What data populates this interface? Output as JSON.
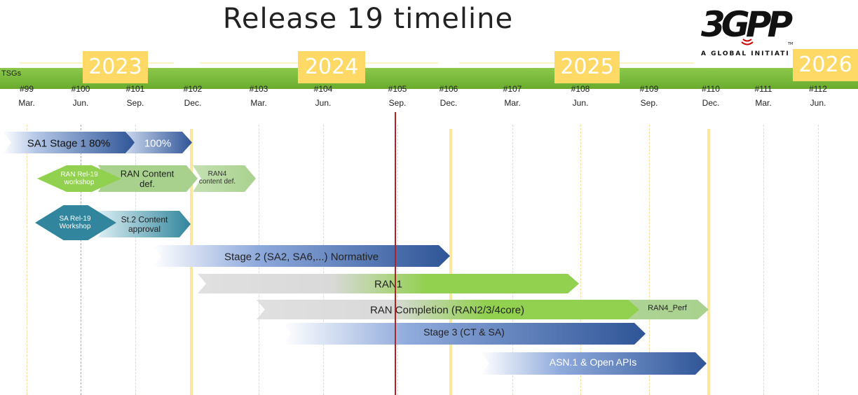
{
  "title": "Release 19 timeline",
  "logo": {
    "mark": "3GPP",
    "tagline": "A GLOBAL INITIATI"
  },
  "tsg_label": "TSGs",
  "years": [
    "2023",
    "2024",
    "2025",
    "2026"
  ],
  "meetings": [
    {
      "num": "#99",
      "month": "Mar."
    },
    {
      "num": "#100",
      "month": "Jun."
    },
    {
      "num": "#101",
      "month": "Sep."
    },
    {
      "num": "#102",
      "month": "Dec."
    },
    {
      "num": "#103",
      "month": "Mar."
    },
    {
      "num": "#104",
      "month": "Jun."
    },
    {
      "num": "#105",
      "month": "Sep."
    },
    {
      "num": "#106",
      "month": "Dec."
    },
    {
      "num": "#107",
      "month": "Mar."
    },
    {
      "num": "#108",
      "month": "Jun."
    },
    {
      "num": "#109",
      "month": "Sep."
    },
    {
      "num": "#110",
      "month": "Dec."
    },
    {
      "num": "#111",
      "month": "Mar."
    },
    {
      "num": "#112",
      "month": "Jun."
    }
  ],
  "tasks": {
    "sa1_stage1": "SA1 Stage 1 80%",
    "sa1_100": "100%",
    "ran_workshop": "RAN Rel-19\nworkshop",
    "ran_content": "RAN Content\ndef.",
    "ran4_content": "RAN4\ncontent def.",
    "sa_workshop": "SA Rel-19\nWorkshop",
    "st2_content": "St.2 Content\napproval",
    "stage2": "Stage 2 (SA2, SA6,...) Normative",
    "ran1": "RAN1",
    "ran_completion": "RAN Completion (RAN2/3/4core)",
    "ran4_perf": "RAN4_Perf",
    "stage3": "Stage 3 (CT & SA)",
    "asn1": "ASN.1 & Open APIs"
  },
  "colors": {
    "tsg_bar": "#7ab83c",
    "year_box": "#ffd966",
    "blue_dark": "#2f5597",
    "blue_light": "#dae3f3",
    "green": "#92d050",
    "green_light": "#a9d18e",
    "grey": "#d9d9d9",
    "teal": "#31859c",
    "today_line": "#b22222"
  }
}
